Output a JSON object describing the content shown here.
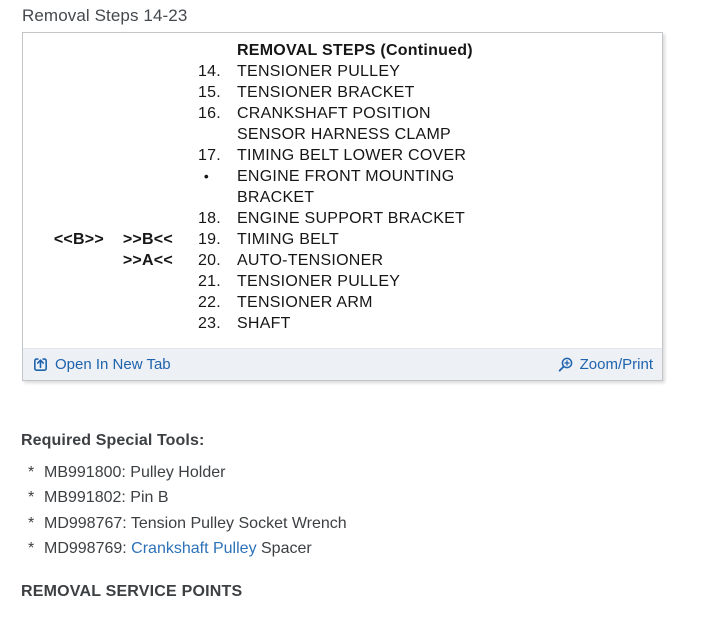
{
  "page": {
    "title": "Removal Steps 14-23"
  },
  "figure": {
    "rows": [
      {
        "markerA": "",
        "markerB": "",
        "num": "",
        "text": "REMOVAL STEPS (Continued)",
        "bold": true
      },
      {
        "markerA": "",
        "markerB": "",
        "num": "14.",
        "text": "TENSIONER PULLEY"
      },
      {
        "markerA": "",
        "markerB": "",
        "num": "15.",
        "text": "TENSIONER BRACKET"
      },
      {
        "markerA": "",
        "markerB": "",
        "num": "16.",
        "text": "CRANKSHAFT POSITION"
      },
      {
        "markerA": "",
        "markerB": "",
        "num": "",
        "text": "SENSOR HARNESS CLAMP"
      },
      {
        "markerA": "",
        "markerB": "",
        "num": "17.",
        "text": "TIMING BELT LOWER COVER"
      },
      {
        "markerA": "",
        "markerB": "",
        "num": "•",
        "text": "ENGINE FRONT MOUNTING"
      },
      {
        "markerA": "",
        "markerB": "",
        "num": "",
        "text": "BRACKET"
      },
      {
        "markerA": "",
        "markerB": "",
        "num": "18.",
        "text": "ENGINE SUPPORT BRACKET"
      },
      {
        "markerA": "<<B>>",
        "markerB": ">>B<<",
        "num": "19.",
        "text": "TIMING BELT"
      },
      {
        "markerA": "",
        "markerB": ">>A<<",
        "num": "20.",
        "text": "AUTO-TENSIONER"
      },
      {
        "markerA": "",
        "markerB": "",
        "num": "21.",
        "text": "TENSIONER PULLEY"
      },
      {
        "markerA": "",
        "markerB": "",
        "num": "22.",
        "text": "TENSIONER ARM"
      },
      {
        "markerA": "",
        "markerB": "",
        "num": "23.",
        "text": "SHAFT"
      }
    ],
    "footer": {
      "open_label": "Open In New Tab",
      "zoom_label": "Zoom/Print"
    }
  },
  "tools": {
    "heading": "Required Special Tools:",
    "items": [
      {
        "bullet": "*",
        "pre": "MB991800: Pulley Holder",
        "link": "",
        "post": ""
      },
      {
        "bullet": "*",
        "pre": "MB991802: Pin B",
        "link": "",
        "post": ""
      },
      {
        "bullet": "*",
        "pre": "MD998767: Tension Pulley Socket Wrench",
        "link": "",
        "post": ""
      },
      {
        "bullet": "*",
        "pre": "MD998769: ",
        "link": "Crankshaft Pulley",
        "post": " Spacer"
      }
    ]
  },
  "service_points_heading": "REMOVAL SERVICE POINTS",
  "colors": {
    "footer_link_blue": "#1e63ae",
    "tool_link_blue": "#2d72b8",
    "heading_gray": "#3d4043",
    "steps_text": "#161616",
    "footer_bg": "#edf0f4",
    "panel_border": "#c3c6c9"
  }
}
